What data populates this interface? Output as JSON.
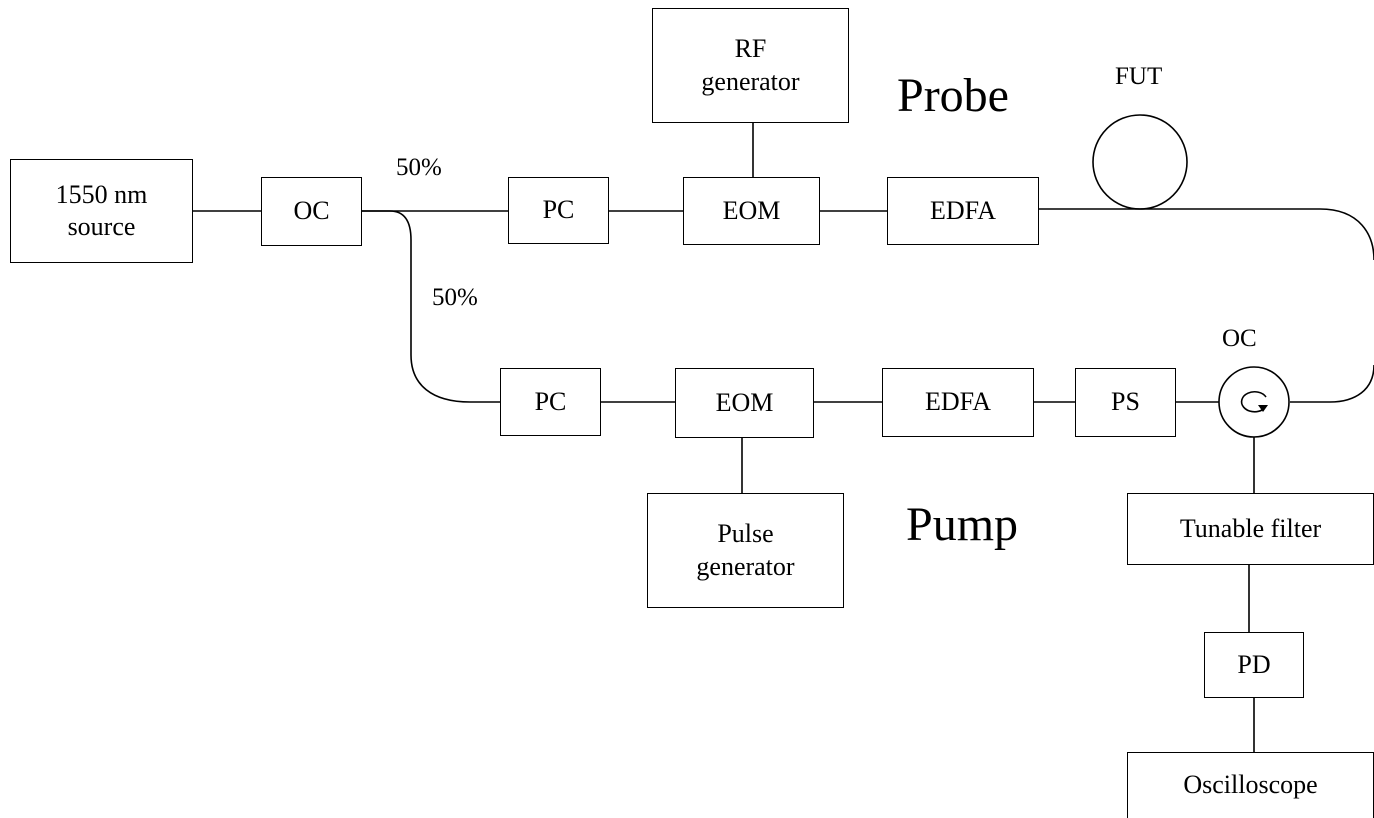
{
  "components": {
    "source": "1550 nm\nsource",
    "oc_split": "OC",
    "pc_probe": "PC",
    "eom_probe": "EOM",
    "edfa_probe": "EDFA",
    "rf_generator": "RF\ngenerator",
    "pc_pump": "PC",
    "eom_pump": "EOM",
    "edfa_pump": "EDFA",
    "ps": "PS",
    "pulse_generator": "Pulse\ngenerator",
    "tunable_filter": "Tunable filter",
    "pd": "PD",
    "oscilloscope": "Oscilloscope"
  },
  "labels": {
    "split_upper": "50%",
    "split_lower": "50%",
    "probe": "Probe",
    "pump": "Pump",
    "fut": "FUT",
    "circulator": "OC"
  }
}
